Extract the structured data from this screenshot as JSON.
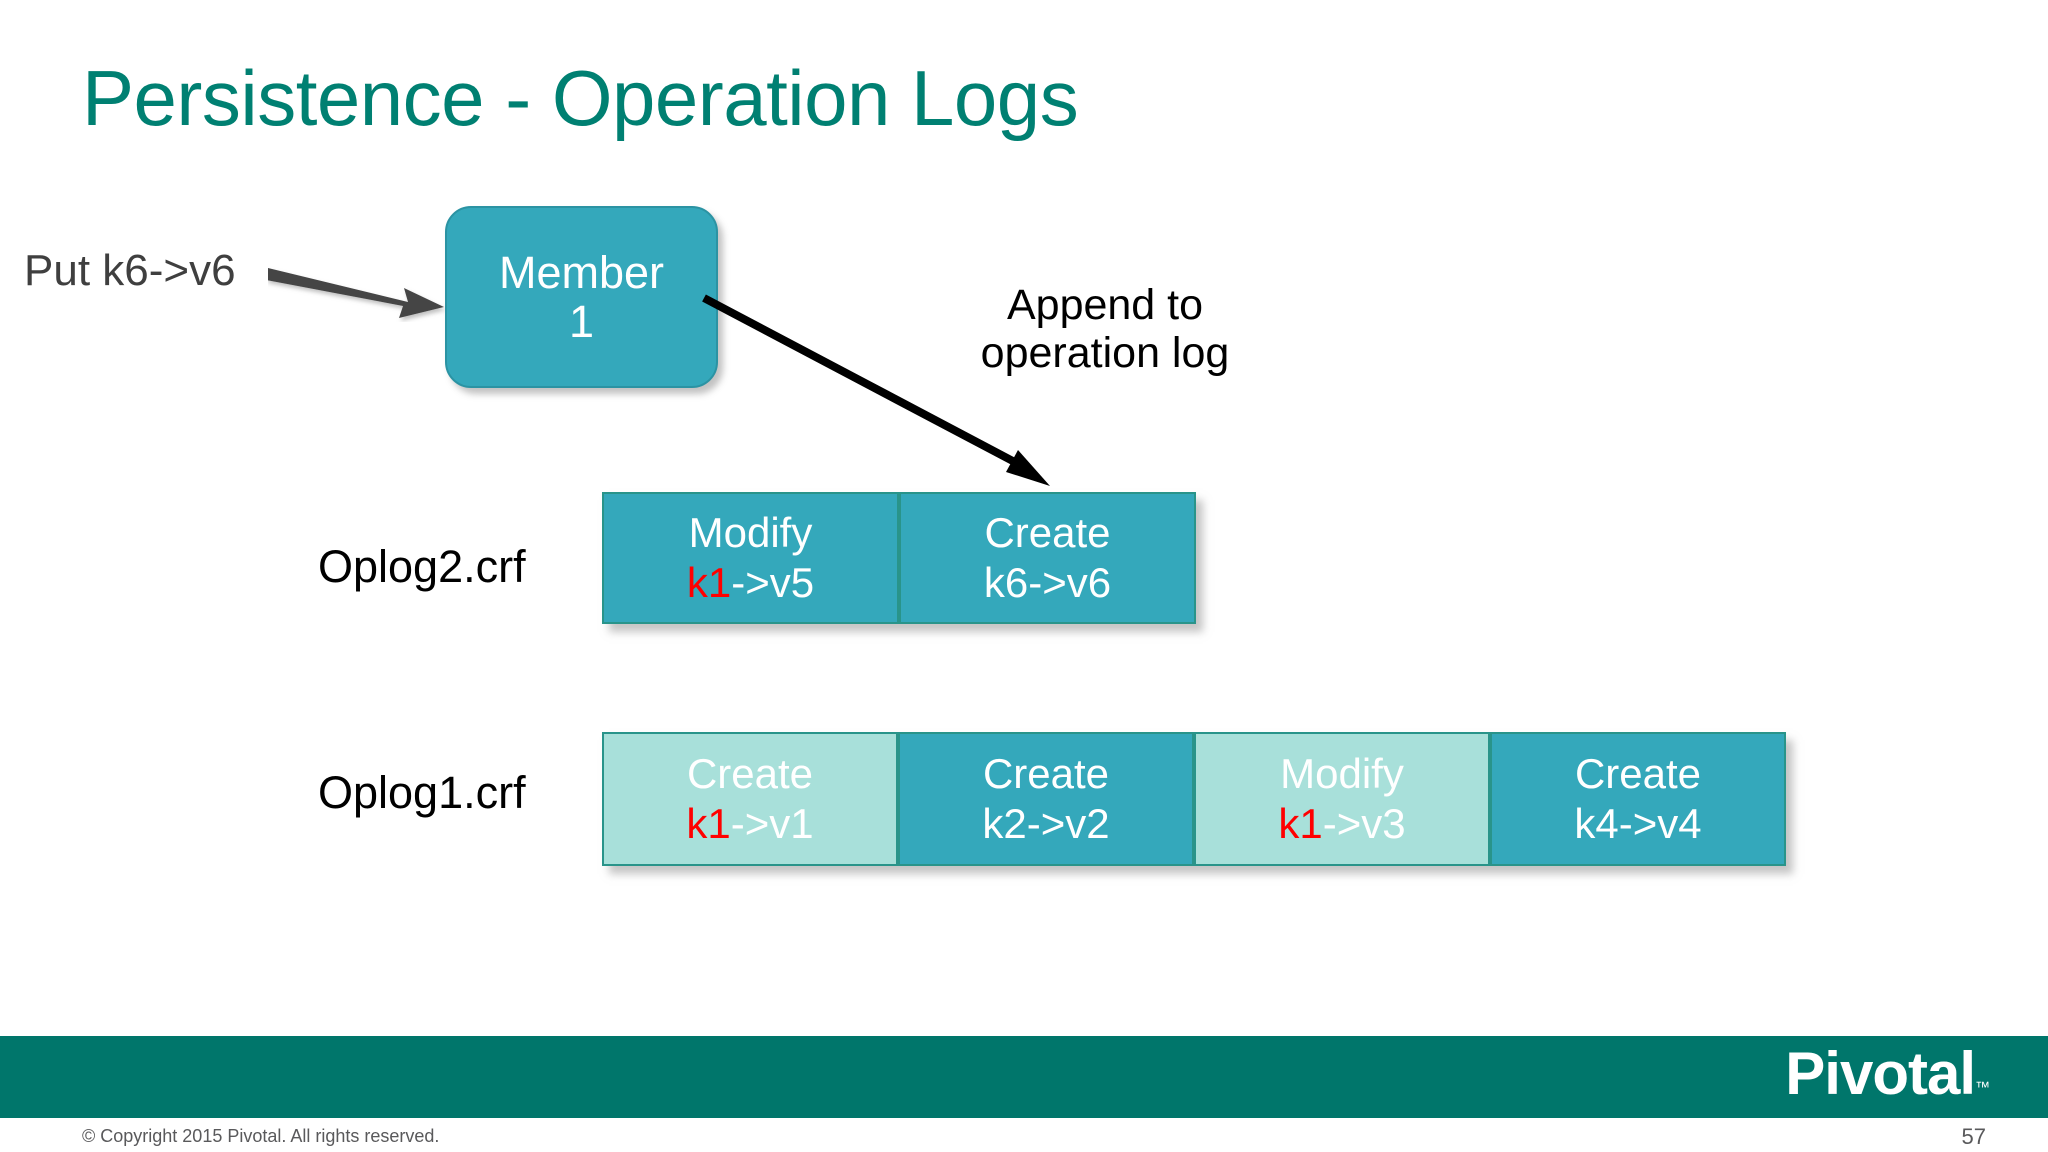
{
  "slide": {
    "title": "Persistence - Operation Logs",
    "title_color": "#008072",
    "background": "#ffffff"
  },
  "diagram": {
    "input_label": "Put k6->v6",
    "member_box": {
      "line1": "Member",
      "line2": "1",
      "fill": "#34a8bb",
      "text_color": "#ffffff"
    },
    "append_caption": {
      "line1": "Append to",
      "line2": "operation log"
    },
    "arrows": {
      "put_arrow_name": "gray-arrow",
      "append_arrow_name": "black-arrow"
    },
    "oplogs": [
      {
        "label": "Oplog2.crf",
        "cells": [
          {
            "op": "Modify",
            "key": "k1",
            "rest": "->v5",
            "key_color": "#ff0000",
            "fill": "dark"
          },
          {
            "op": "Create",
            "key": "k6",
            "rest": "->v6",
            "key_color": "#ffffff",
            "fill": "dark"
          }
        ]
      },
      {
        "label": "Oplog1.crf",
        "cells": [
          {
            "op": "Create",
            "key": "k1",
            "rest": "->v1",
            "key_color": "#ff0000",
            "fill": "light"
          },
          {
            "op": "Create",
            "key": "k2",
            "rest": "->v2",
            "key_color": "#ffffff",
            "fill": "dark"
          },
          {
            "op": "Modify",
            "key": "k1",
            "rest": "->v3",
            "key_color": "#ff0000",
            "fill": "light"
          },
          {
            "op": "Create",
            "key": "k4",
            "rest": "->v4",
            "key_color": "#ffffff",
            "fill": "dark"
          }
        ]
      }
    ]
  },
  "footer": {
    "bar_color": "#00766b",
    "logo": "Pivotal",
    "logo_tm": "™",
    "copyright": "© Copyright 2015 Pivotal. All rights reserved.",
    "page_number": "57"
  }
}
